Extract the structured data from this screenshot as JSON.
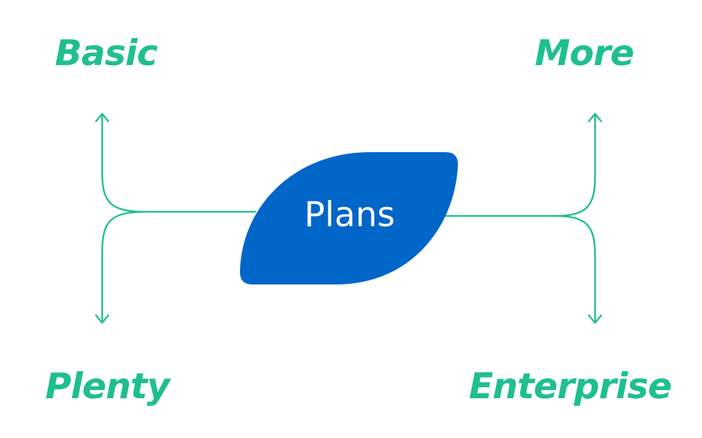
{
  "diagram": {
    "type": "mind-map",
    "center": {
      "label": "Plans",
      "color": "#0066c8",
      "text_color": "#ffffff"
    },
    "branches": [
      {
        "label": "Basic",
        "position": "top-left"
      },
      {
        "label": "More",
        "position": "top-right"
      },
      {
        "label": "Plenty",
        "position": "bottom-left"
      },
      {
        "label": "Enterprise",
        "position": "bottom-right"
      }
    ],
    "accent_color": "#1fbf8f"
  }
}
